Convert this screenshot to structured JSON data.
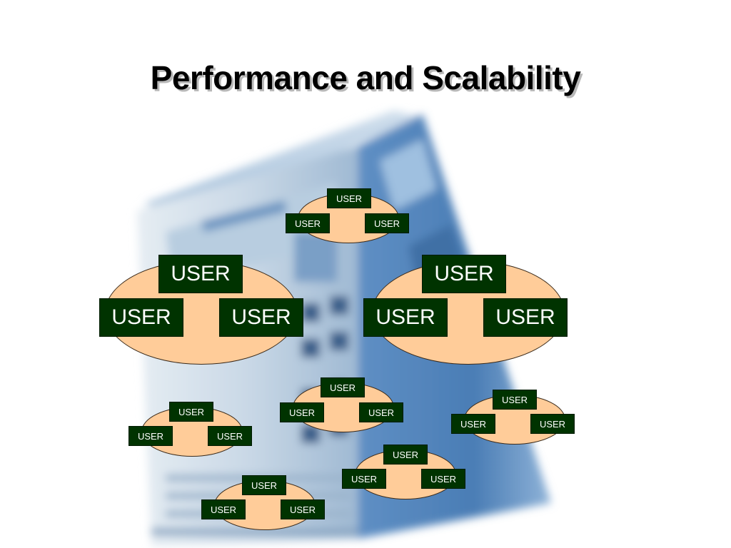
{
  "slide": {
    "title": "Performance and Scalability"
  },
  "user_groups": [
    {
      "size": "sm",
      "labels": [
        "USER",
        "USER",
        "USER"
      ]
    },
    {
      "size": "lg",
      "labels": [
        "USER",
        "USER",
        "USER"
      ]
    },
    {
      "size": "lg",
      "labels": [
        "USER",
        "USER",
        "USER"
      ]
    },
    {
      "size": "sm",
      "labels": [
        "USER",
        "USER",
        "USER"
      ]
    },
    {
      "size": "sm",
      "labels": [
        "USER",
        "USER",
        "USER"
      ]
    },
    {
      "size": "sm",
      "labels": [
        "USER",
        "USER",
        "USER"
      ]
    },
    {
      "size": "sm",
      "labels": [
        "USER",
        "USER",
        "USER"
      ]
    },
    {
      "size": "sm",
      "labels": [
        "USER",
        "USER",
        "USER"
      ]
    }
  ],
  "colors": {
    "oval_fill": "#ffcc99",
    "user_box": "#003300",
    "user_text": "#ffffff",
    "server_blue": "#5f8fc4"
  }
}
